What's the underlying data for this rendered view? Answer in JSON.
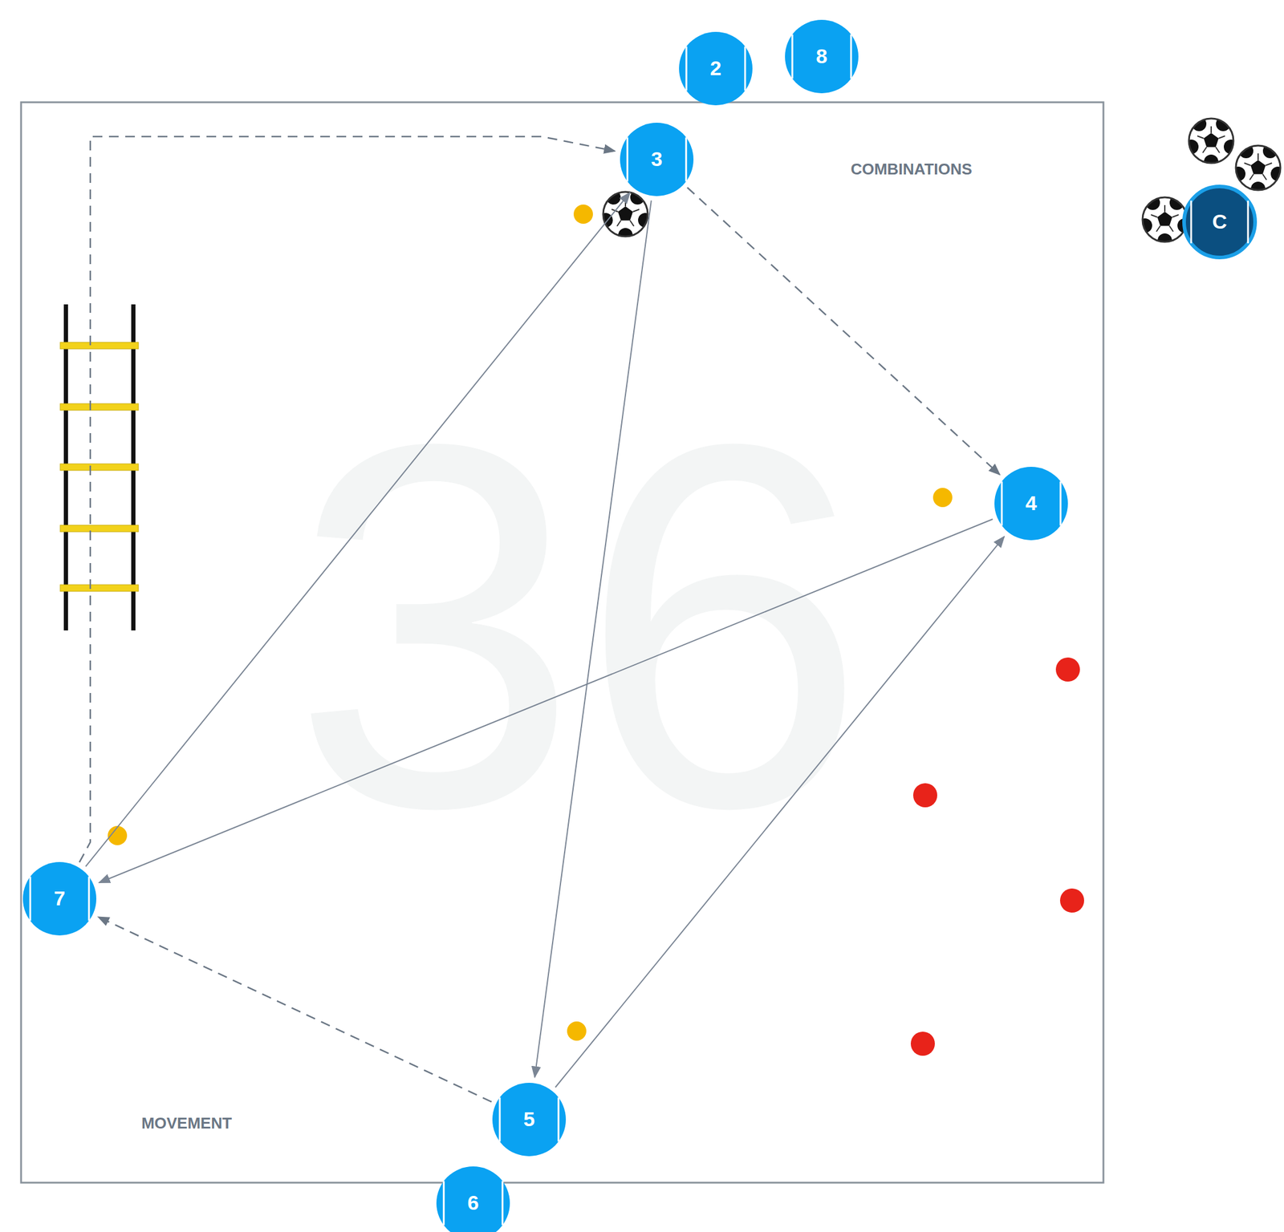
{
  "diagram": {
    "nodes": [
      {
        "text": [
          "2"
        ]
      },
      {
        "text": [
          "8"
        ]
      },
      {
        "text": [
          "3"
        ]
      },
      {
        "text": [
          "C"
        ]
      },
      {
        "text": [
          "4"
        ]
      },
      {
        "text": [
          "7"
        ]
      },
      {
        "text": [
          "5"
        ]
      },
      {
        "text": [
          "6"
        ]
      }
    ],
    "edges": [
      {
        "from": 2,
        "to": 6,
        "arrow": "to"
      },
      {
        "from": 5,
        "to": 2,
        "arrow": "to"
      },
      {
        "from": 4,
        "to": 5,
        "arrow": "to"
      },
      {
        "from": 6,
        "to": 4,
        "arrow": "to"
      },
      {
        "from": 2,
        "to": 4,
        "arrow": "to"
      },
      {
        "from": 6,
        "to": 5,
        "arrow": "to"
      },
      {
        "from": 5,
        "to": 2,
        "arrow": "to"
      }
    ],
    "labels": [
      "COMBINATIONS",
      "MOVEMENT",
      "36"
    ]
  }
}
